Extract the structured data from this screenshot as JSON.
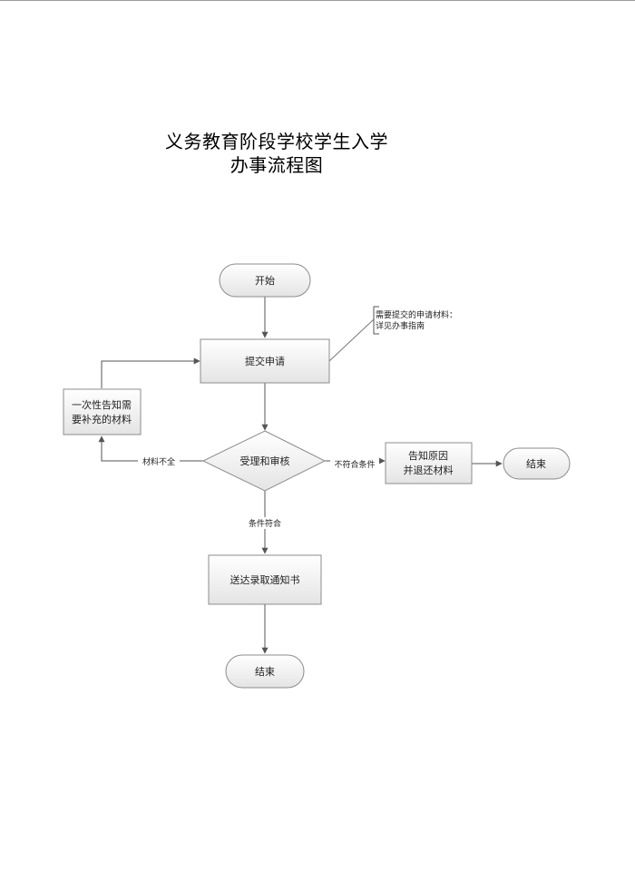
{
  "title": {
    "line1": "义务教育阶段学校学生入学",
    "line2": "办事流程图"
  },
  "nodes": {
    "start": "开始",
    "submit": "提交申请",
    "review": "受理和审核",
    "notify_supplement": [
      "一次性告知需",
      "要补充的材料"
    ],
    "inform_return": [
      "告知原因",
      "并退还材料"
    ],
    "deliver": "送达录取通知书",
    "end_right": "结束",
    "end_bottom": "结束"
  },
  "edge_labels": {
    "incomplete": "材料不全",
    "not_eligible": "不符合条件",
    "eligible": "条件符合"
  },
  "annotation": {
    "lines": [
      "需要提交的申请材料：",
      "详见办事指南"
    ]
  },
  "colors": {
    "box_fill_top": "#ffffff",
    "box_fill_bottom": "#e6e6e6",
    "stroke": "#8c8c8c",
    "arrow": "#555555"
  }
}
